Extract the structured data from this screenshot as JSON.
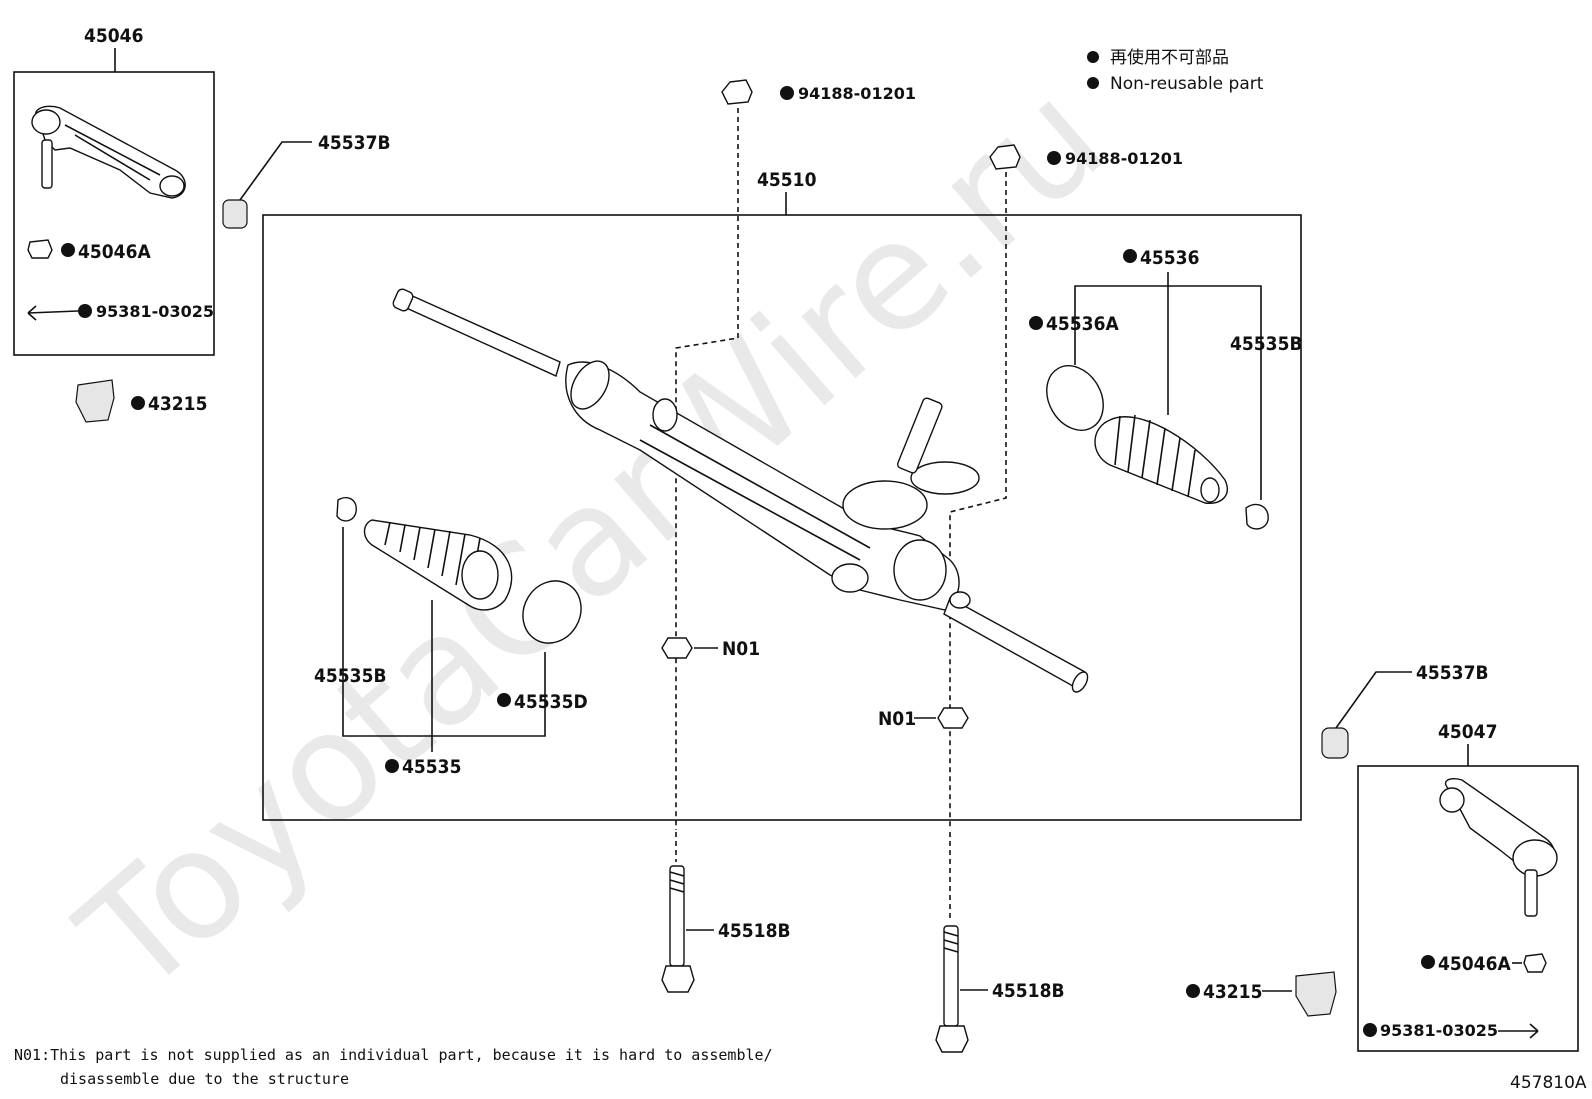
{
  "watermark": "ToyotaCarWire.ru",
  "legend": {
    "line1": "再使用不可部品",
    "line2": "Non-reusable part"
  },
  "labels": {
    "p45046": "45046",
    "p45537b_left": "45537B",
    "p45046a_left": "45046A",
    "p95381_left": "95381-03025",
    "p43215_left": "43215",
    "p94188_a": "94188-01201",
    "p94188_b": "94188-01201",
    "p45510": "45510",
    "p45536": "45536",
    "p45536a": "45536A",
    "p45535b_right": "45535B",
    "p45535b_left": "45535B",
    "p45535d": "45535D",
    "p45535": "45535",
    "n01_a": "N01",
    "n01_b": "N01",
    "p45537b_right": "45537B",
    "p45047": "45047",
    "p45046a_right": "45046A",
    "p43215_right": "43215",
    "p95381_right": "95381-03025",
    "p45518b_a": "45518B",
    "p45518b_b": "45518B"
  },
  "footnote": {
    "line1": "N01:This part is not supplied as an individual part, because it is hard to assemble/",
    "line2": "disassemble due to the structure"
  },
  "figure_id": "457810A"
}
